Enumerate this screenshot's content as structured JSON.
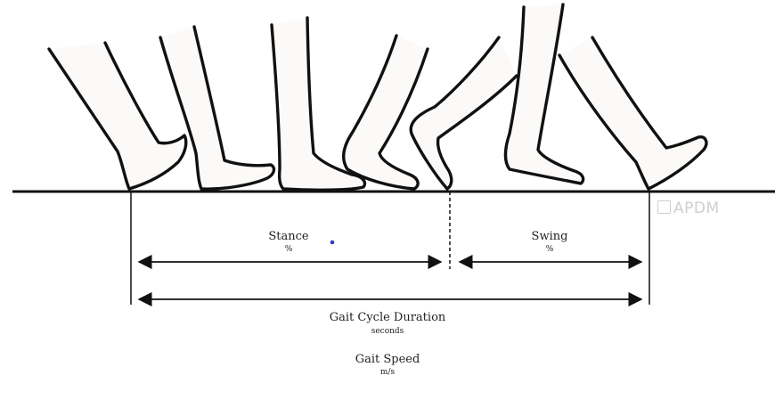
{
  "labels": {
    "stance": {
      "title": "Stance",
      "unit": "%"
    },
    "swing": {
      "title": "Swing",
      "unit": "%"
    },
    "gait_cycle": {
      "title": "Gait Cycle Duration",
      "unit": "seconds"
    },
    "gait_speed": {
      "title": "Gait Speed",
      "unit": "m/s"
    }
  },
  "logo": {
    "text": "APDM"
  },
  "colors": {
    "ink": "#111111",
    "skin": "#fbfaf8",
    "text": "#222222",
    "logo": "#cfcfcf",
    "dot": "#2b3fbf"
  }
}
